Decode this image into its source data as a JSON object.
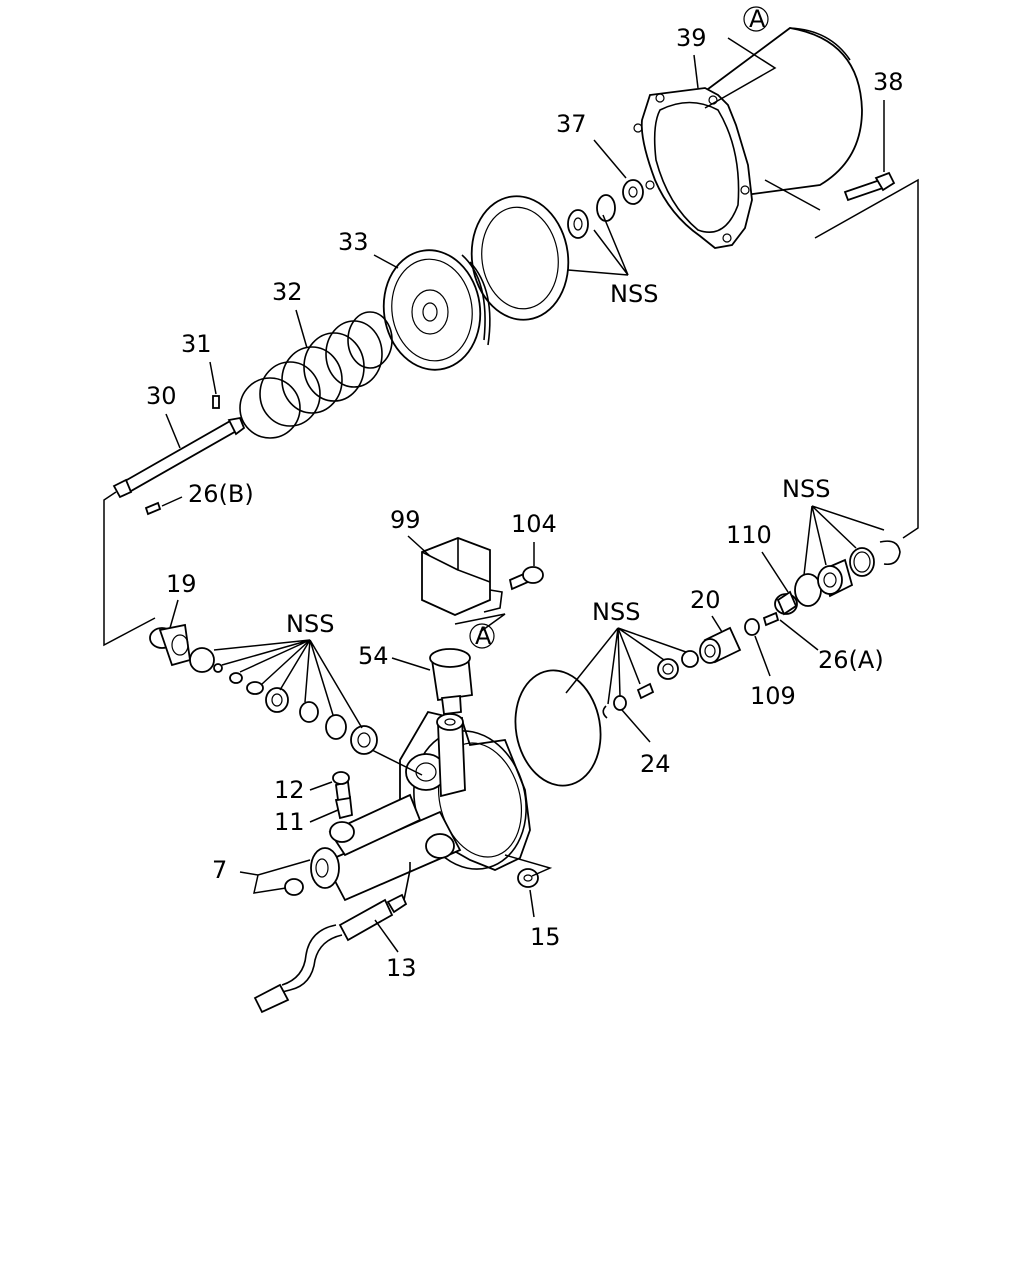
{
  "diagram": {
    "labels": {
      "p7": "7",
      "p11": "11",
      "p12": "12",
      "p13": "13",
      "p15": "15",
      "p19": "19",
      "p20": "20",
      "p24": "24",
      "p26a": "26(A)",
      "p26b": "26(B)",
      "p30": "30",
      "p31": "31",
      "p32": "32",
      "p33": "33",
      "p37": "37",
      "p38": "38",
      "p39": "39",
      "p54": "54",
      "p99": "99",
      "p104": "104",
      "p109": "109",
      "p110": "110",
      "nss1": "NSS",
      "nss2": "NSS",
      "nss3": "NSS",
      "nss4": "NSS",
      "refA1": "A",
      "refA2": "A"
    }
  }
}
